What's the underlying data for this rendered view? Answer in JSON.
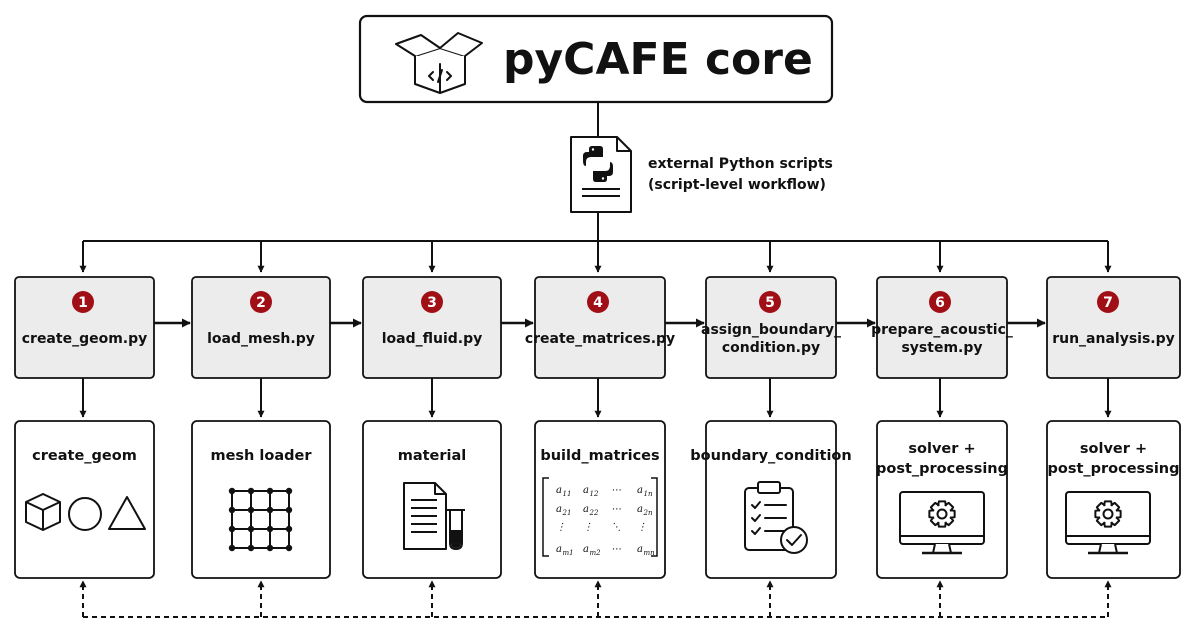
{
  "core": {
    "title": "pyCAFE core",
    "icon": "open-box-code-icon"
  },
  "scripts": {
    "line1": "external Python scripts",
    "line2": "(script-level workflow)",
    "icon": "python-file-icon"
  },
  "colors": {
    "badge": "#a10f16",
    "step_fill": "#ececec",
    "stroke": "#111111",
    "module_fill": "#ffffff"
  },
  "steps": [
    {
      "num": "1",
      "label_lines": [
        "create_geom.py"
      ]
    },
    {
      "num": "2",
      "label_lines": [
        "load_mesh.py"
      ]
    },
    {
      "num": "3",
      "label_lines": [
        "load_fluid.py"
      ]
    },
    {
      "num": "4",
      "label_lines": [
        "create_matrices.py"
      ]
    },
    {
      "num": "5",
      "label_lines": [
        "assign_boundary_",
        "condition.py"
      ]
    },
    {
      "num": "6",
      "label_lines": [
        "prepare_acoustic_",
        "system.py"
      ]
    },
    {
      "num": "7",
      "label_lines": [
        "run_analysis.py"
      ]
    }
  ],
  "modules": [
    {
      "title_lines": [
        "create_geom"
      ],
      "icon": "geometric-shapes-icon"
    },
    {
      "title_lines": [
        "mesh loader"
      ],
      "icon": "mesh-grid-icon"
    },
    {
      "title_lines": [
        "material"
      ],
      "icon": "material-document-icon"
    },
    {
      "title_lines": [
        "build_matrices"
      ],
      "icon": "matrix-icon"
    },
    {
      "title_lines": [
        "boundary_condition"
      ],
      "icon": "clipboard-check-icon"
    },
    {
      "title_lines": [
        "solver +",
        "post_processing"
      ],
      "icon": "monitor-gear-icon"
    },
    {
      "title_lines": [
        "solver +",
        "post_processing"
      ],
      "icon": "monitor-gear-icon"
    }
  ],
  "matrix": {
    "rows": [
      [
        "a",
        "11",
        "a",
        "12",
        "⋯",
        "",
        "a",
        "1n"
      ],
      [
        "a",
        "21",
        "a",
        "22",
        "⋯",
        "",
        "a",
        "2n"
      ],
      [
        "⋮",
        "",
        "⋮",
        "",
        "⋱",
        "",
        "⋮",
        ""
      ],
      [
        "a",
        "m1",
        "a",
        "m2",
        "⋯",
        "",
        "a",
        "mn"
      ]
    ]
  }
}
